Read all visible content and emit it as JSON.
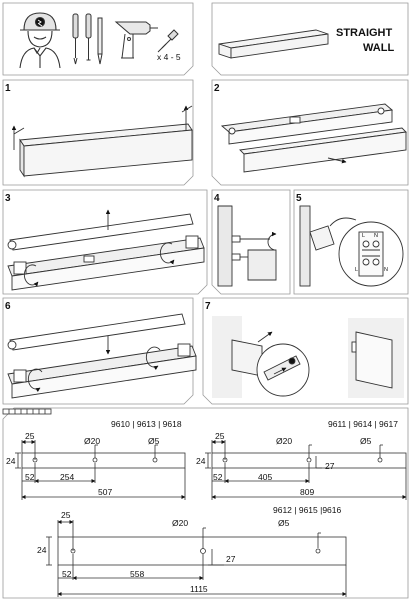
{
  "header": {
    "tool_count": "x 4 - 5",
    "product_title_line1": "STRAIGHT",
    "product_title_line2": "WALL"
  },
  "steps": [
    "1",
    "2",
    "3",
    "4",
    "5",
    "6",
    "7"
  ],
  "wiring": {
    "terminal_top": [
      "L",
      "N"
    ],
    "terminal_bottom": [
      "L",
      "N"
    ]
  },
  "drawings": [
    {
      "models": "9610 | 9613 | 9618",
      "height": "24",
      "hole_offset": "25",
      "hole_large": "Ø20",
      "hole_small": "Ø5",
      "edge_offset": "52",
      "hole_spacing": "254",
      "length": "507"
    },
    {
      "models": "9611 | 9614 | 9617",
      "height": "24",
      "hole_offset": "25",
      "hole_large": "Ø20",
      "hole_small": "Ø5",
      "depth": "27",
      "edge_offset": "52",
      "hole_spacing": "405",
      "length": "809"
    },
    {
      "models": "9612 | 9615 |9616",
      "height": "24",
      "hole_offset": "25",
      "hole_large": "Ø20",
      "hole_small": "Ø5",
      "depth": "27",
      "edge_offset": "52",
      "hole_spacing": "558",
      "length": "1115"
    }
  ]
}
